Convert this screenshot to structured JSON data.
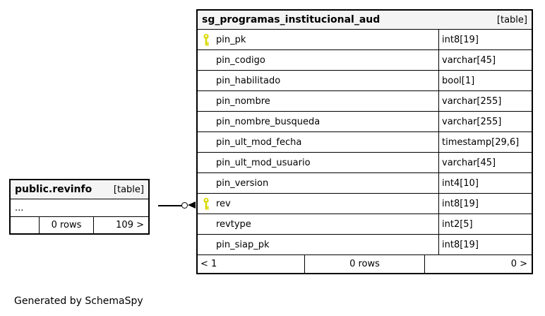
{
  "colors": {
    "background": "#ffffff",
    "header_bg": "#f4f4f4",
    "border": "#000000",
    "key_yellow": "#d9d900"
  },
  "diagram": {
    "revinfo_table": {
      "title": "public.revinfo",
      "type_label": "[table]",
      "collapsed_columns": "...",
      "footer": {
        "left": "",
        "center": "0 rows",
        "right": "109 >"
      }
    },
    "aud_table": {
      "title": "sg_programas_institucional_aud",
      "type_label": "[table]",
      "columns": [
        {
          "name": "pin_pk",
          "type": "int8[19]",
          "key": true
        },
        {
          "name": "pin_codigo",
          "type": "varchar[45]",
          "key": false
        },
        {
          "name": "pin_habilitado",
          "type": "bool[1]",
          "key": false
        },
        {
          "name": "pin_nombre",
          "type": "varchar[255]",
          "key": false
        },
        {
          "name": "pin_nombre_busqueda",
          "type": "varchar[255]",
          "key": false
        },
        {
          "name": "pin_ult_mod_fecha",
          "type": "timestamp[29,6]",
          "key": false
        },
        {
          "name": "pin_ult_mod_usuario",
          "type": "varchar[45]",
          "key": false
        },
        {
          "name": "pin_version",
          "type": "int4[10]",
          "key": false
        },
        {
          "name": "rev",
          "type": "int8[19]",
          "key": true
        },
        {
          "name": "revtype",
          "type": "int2[5]",
          "key": false
        },
        {
          "name": "pin_siap_pk",
          "type": "int8[19]",
          "key": false
        }
      ],
      "footer": {
        "left": "< 1",
        "center": "0 rows",
        "right": "0 >"
      }
    },
    "relationship": {
      "from": "public.revinfo",
      "to_column": "rev",
      "edge_icons": [
        "odot-circle-icon",
        "crow-arrowhead-icon"
      ]
    }
  },
  "footer_note": "Generated by SchemaSpy"
}
